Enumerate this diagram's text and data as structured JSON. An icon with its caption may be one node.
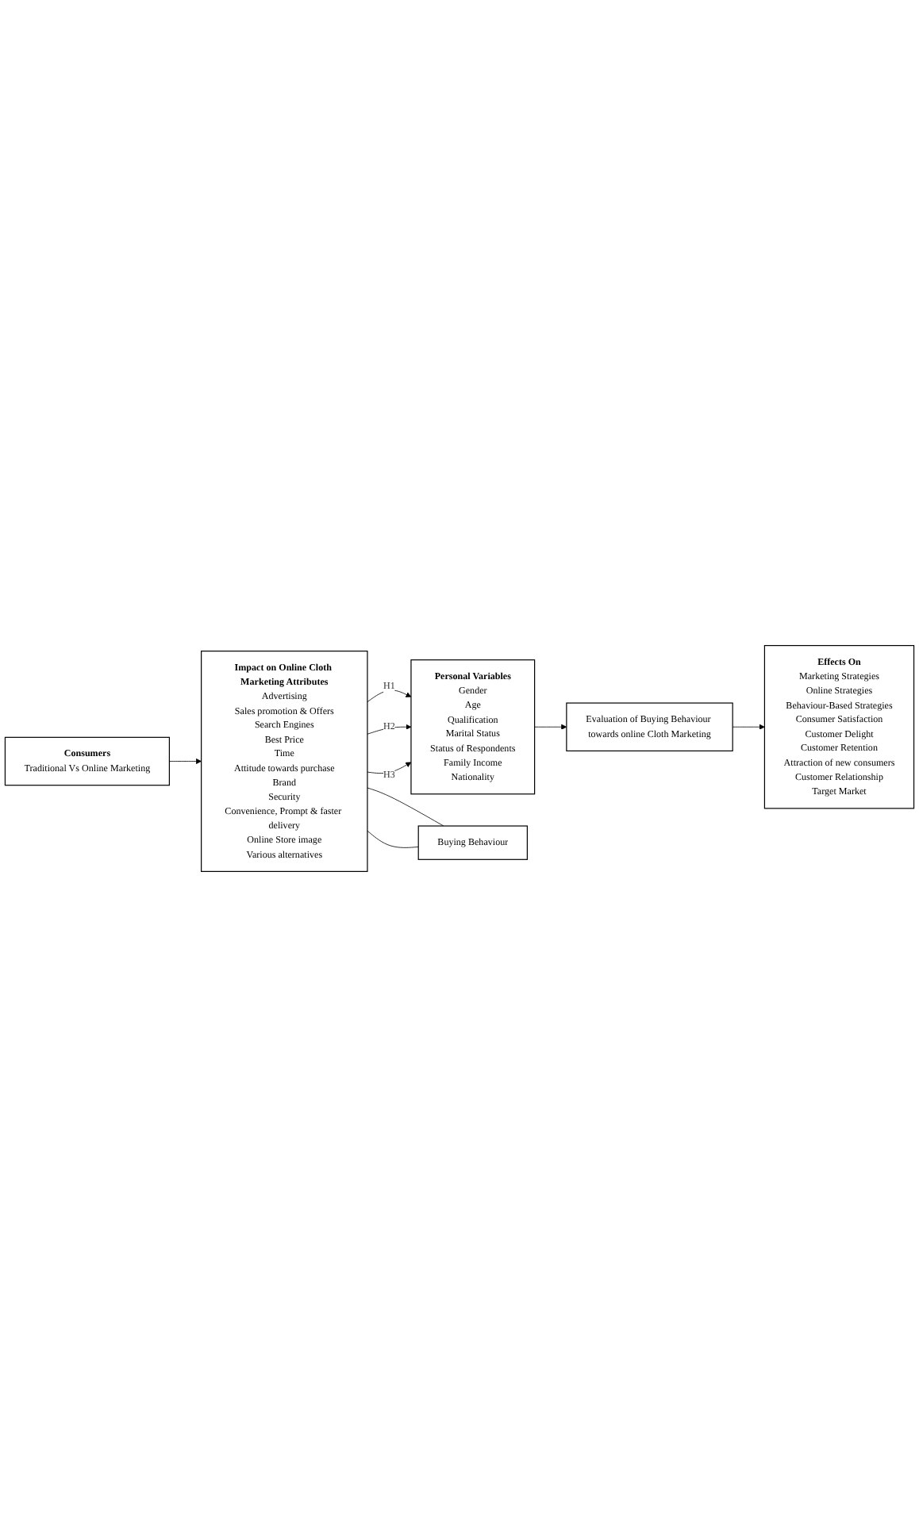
{
  "diagram": {
    "nodes": [
      {
        "text": [
          "Consumers",
          "Traditional Vs Online Marketing"
        ]
      },
      {
        "text": [
          "Impact on Online Cloth Marketing Attributes",
          "Advertising",
          "Sales promotion & Offers",
          "Search Engines",
          "Best Price",
          "Time",
          "Attitude towards purchase",
          "Brand",
          "Security",
          "Convenience, Prompt & faster delivery",
          "Online Store image",
          "Various alternatives"
        ]
      },
      {
        "text": [
          "Personal Variables",
          "Gender",
          "Age",
          "Qualification",
          "Marital Status",
          "Status of Respondents",
          "Family Income",
          "Nationality"
        ]
      },
      {
        "text": [
          "Evaluation of Buying Behaviour towards online Cloth Marketing"
        ]
      },
      {
        "text": [
          "Effects On",
          "Marketing Strategies",
          "Online Strategies",
          "Behaviour-Based Strategies",
          "Consumer Satisfaction",
          "Customer Delight",
          "Customer Retention",
          "Attraction of new consumers",
          "Customer Relationship",
          "Target Market"
        ]
      },
      {
        "text": [
          "Buying Behaviour"
        ]
      }
    ],
    "edges": [
      {
        "from": 0,
        "to": 1,
        "arrow": "to"
      },
      {
        "from": 1,
        "to": 2,
        "label": "H1",
        "arrow": "to"
      },
      {
        "from": 1,
        "to": 2,
        "label": "H2",
        "arrow": "to"
      },
      {
        "from": 1,
        "to": 2,
        "label": "H3",
        "arrow": "to"
      },
      {
        "from": 2,
        "to": 3,
        "arrow": "to"
      },
      {
        "from": 3,
        "to": 4,
        "arrow": "to"
      },
      {
        "from": 1,
        "to": 5,
        "arrow": "none"
      },
      {
        "from": 5,
        "to": 1,
        "arrow": "none"
      }
    ]
  }
}
